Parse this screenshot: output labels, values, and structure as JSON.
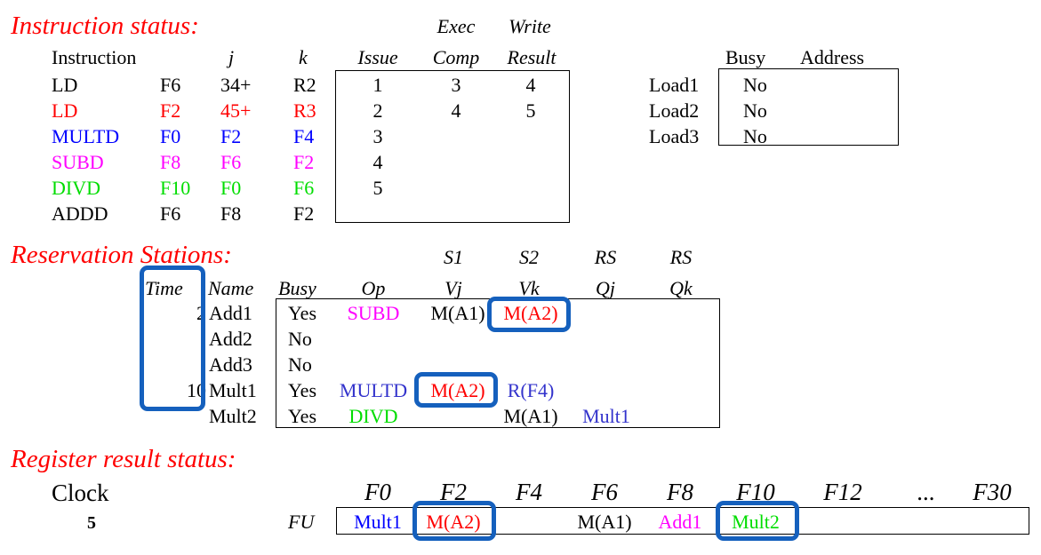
{
  "sections": {
    "instruction_status": "Instruction status:",
    "reservation_stations": "Reservation Stations:",
    "register_result_status": "Register result status:"
  },
  "instruction_table": {
    "headers": {
      "instruction": "Instruction",
      "j": "j",
      "k": "k",
      "issue": "Issue",
      "exec_top": "Exec",
      "exec_bottom": "Comp",
      "write_top": "Write",
      "write_bottom": "Result"
    },
    "rows": [
      {
        "op": "LD",
        "dest": "F6",
        "j": "34+",
        "k": "R2",
        "issue": "1",
        "exec": "3",
        "write": "4",
        "color": "#000000"
      },
      {
        "op": "LD",
        "dest": "F2",
        "j": "45+",
        "k": "R3",
        "issue": "2",
        "exec": "4",
        "write": "5",
        "color": "#ff0000"
      },
      {
        "op": "MULTD",
        "dest": "F0",
        "j": "F2",
        "k": "F4",
        "issue": "3",
        "exec": "",
        "write": "",
        "color": "#0000ff"
      },
      {
        "op": "SUBD",
        "dest": "F8",
        "j": "F6",
        "k": "F2",
        "issue": "4",
        "exec": "",
        "write": "",
        "color": "#ff00ff"
      },
      {
        "op": "DIVD",
        "dest": "F10",
        "j": "F0",
        "k": "F6",
        "issue": "5",
        "exec": "",
        "write": "",
        "color": "#00dd00"
      },
      {
        "op": "ADDD",
        "dest": "F6",
        "j": "F8",
        "k": "F2",
        "issue": "",
        "exec": "",
        "write": "",
        "color": "#000000"
      }
    ]
  },
  "load_buffers": {
    "headers": {
      "busy": "Busy",
      "address": "Address"
    },
    "rows": [
      {
        "name": "Load1",
        "busy": "No",
        "address": ""
      },
      {
        "name": "Load2",
        "busy": "No",
        "address": ""
      },
      {
        "name": "Load3",
        "busy": "No",
        "address": ""
      }
    ]
  },
  "reservation_table": {
    "headers_top": {
      "s1": "S1",
      "s2": "S2",
      "qj": "RS",
      "qk": "RS"
    },
    "headers": {
      "time": "Time",
      "name": "Name",
      "busy": "Busy",
      "op": "Op",
      "vj": "Vj",
      "vk": "Vk",
      "qj": "Qj",
      "qk": "Qk"
    },
    "rows": [
      {
        "time": "2",
        "name": "Add1",
        "busy": "Yes",
        "op": "SUBD",
        "op_color": "#ff00ff",
        "vj": "M(A1)",
        "vj_color": "#000000",
        "vk": "M(A2)",
        "vk_color": "#ff0000",
        "qj": "",
        "qk": ""
      },
      {
        "time": "",
        "name": "Add2",
        "busy": "No",
        "op": "",
        "op_color": "#000000",
        "vj": "",
        "vj_color": "#000000",
        "vk": "",
        "vk_color": "#000000",
        "qj": "",
        "qk": ""
      },
      {
        "time": "",
        "name": "Add3",
        "busy": "No",
        "op": "",
        "op_color": "#000000",
        "vj": "",
        "vj_color": "#000000",
        "vk": "",
        "vk_color": "#000000",
        "qj": "",
        "qk": ""
      },
      {
        "time": "10",
        "name": "Mult1",
        "busy": "Yes",
        "op": "MULTD",
        "op_color": "#3333cc",
        "vj": "M(A2)",
        "vj_color": "#ff0000",
        "vk": "R(F4)",
        "vk_color": "#3333cc",
        "qj": "",
        "qk": ""
      },
      {
        "time": "",
        "name": "Mult2",
        "busy": "Yes",
        "op": "DIVD",
        "op_color": "#00dd00",
        "vj": "",
        "vj_color": "#000000",
        "vk": "M(A1)",
        "vk_color": "#000000",
        "qj": "Mult1",
        "qk": ""
      }
    ]
  },
  "register_status": {
    "clock_label": "Clock",
    "clock_value": "5",
    "fu_label": "FU",
    "registers": [
      "F0",
      "F2",
      "F4",
      "F6",
      "F8",
      "F10",
      "F12",
      "...",
      "F30"
    ],
    "fu": [
      {
        "text": "Mult1",
        "color": "#0000ff"
      },
      {
        "text": "M(A2)",
        "color": "#ff0000"
      },
      {
        "text": "",
        "color": "#000000"
      },
      {
        "text": "M(A1)",
        "color": "#000000"
      },
      {
        "text": "Add1",
        "color": "#ff00ff"
      },
      {
        "text": "Mult2",
        "color": "#00dd00"
      },
      {
        "text": "",
        "color": "#000000"
      },
      {
        "text": "",
        "color": "#000000"
      },
      {
        "text": "",
        "color": "#000000"
      }
    ]
  },
  "highlight_color": "#1560bd"
}
